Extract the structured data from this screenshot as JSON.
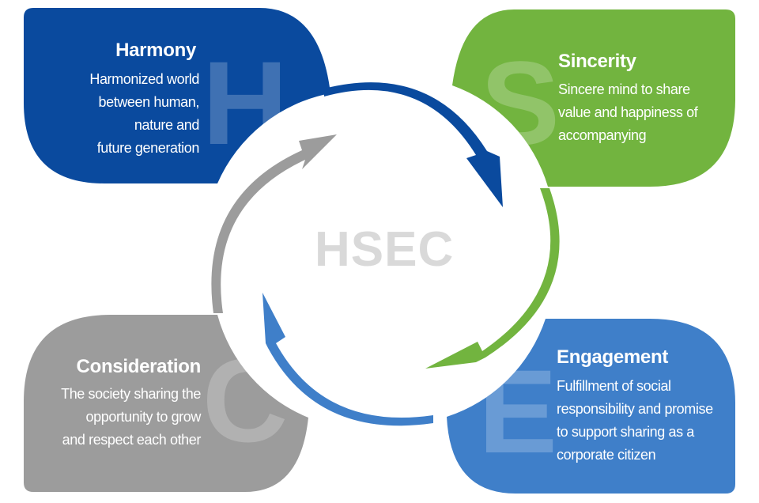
{
  "center_label": "HSEC",
  "colors": {
    "harmony": "#0a4a9e",
    "sincerity": "#72b43f",
    "engagement": "#3f7fc9",
    "consideration": "#9c9c9c",
    "center_text": "#d9d9d9"
  },
  "quadrants": [
    {
      "key": "harmony",
      "letter": "H",
      "title": "Harmony",
      "desc": [
        "Harmonized world",
        "between human,",
        "nature and",
        "future generation"
      ]
    },
    {
      "key": "sincerity",
      "letter": "S",
      "title": "Sincerity",
      "desc": [
        "Sincere mind to share",
        "value and happiness of",
        "accompanying"
      ]
    },
    {
      "key": "consideration",
      "letter": "C",
      "title": "Consideration",
      "desc": [
        "The society sharing the",
        "opportunity to grow",
        "and respect each other"
      ]
    },
    {
      "key": "engagement",
      "letter": "E",
      "title": "Engagement",
      "desc": [
        "Fulfillment of social",
        "responsibility and promise",
        "to support sharing as a",
        "corporate citizen"
      ]
    }
  ]
}
